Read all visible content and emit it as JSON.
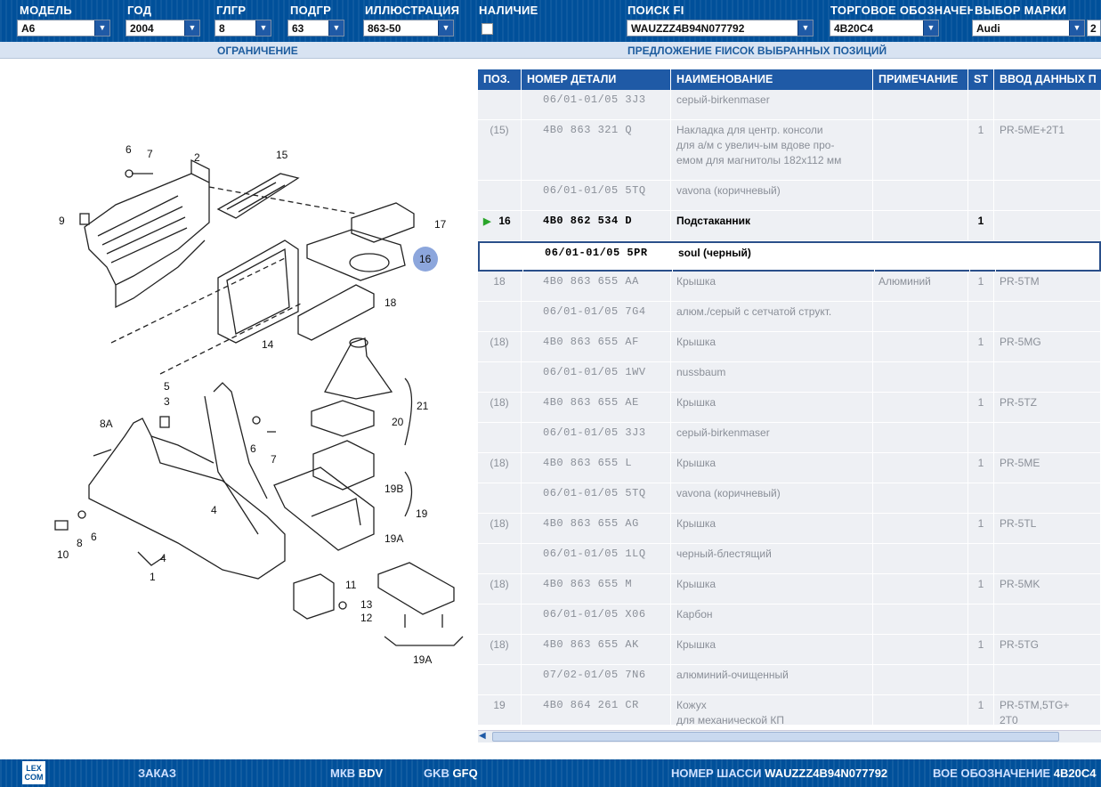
{
  "filters": {
    "model": {
      "label": "МОДЕЛЬ",
      "value": "A6"
    },
    "year": {
      "label": "ГОД",
      "value": "2004"
    },
    "group": {
      "label": "ГЛГР",
      "value": "8"
    },
    "subgroup": {
      "label": "ПОДГР",
      "value": "63"
    },
    "illustration": {
      "label": "ИЛЛЮСТРАЦИЯ",
      "value": "863-50"
    },
    "availability": {
      "label": "НАЛИЧИЕ"
    },
    "search": {
      "label": "ПОИСК FI",
      "value": "WAUZZZ4B94N077792"
    },
    "trade": {
      "label": "ТОРГОВОЕ ОБОЗНАЧЕНИ",
      "value": "4B20C4"
    },
    "brand": {
      "label": "ВЫБОР МАРКИ",
      "value": "Audi",
      "extra": "2"
    }
  },
  "subbar": {
    "left": "ОГРАНИЧЕНИЕ",
    "right": "ПРЕДЛОЖЕНИЕ FIИСОК ВЫБРАННЫХ ПОЗИЦИЙ"
  },
  "table": {
    "headers": [
      "ПОЗ.",
      "НОМЕР ДЕТАЛИ",
      "НАИМЕНОВАНИЕ",
      "ПРИМЕЧАНИЕ",
      "ST",
      "ВВОД ДАННЫХ П"
    ],
    "rows": [
      {
        "pos": "",
        "part": "06/01-01/05 3J3",
        "name": "серый-birkenmaser",
        "note": "",
        "st": "",
        "input": ""
      },
      {
        "pos": "(15)",
        "part": "4B0 863 321 Q",
        "name": "Накладка для центр. консоли",
        "name2": "для а/м с увелич-ым вдове про-",
        "name3": "емом для магнитолы 182x112 мм",
        "note": "",
        "st": "1",
        "input": "PR-5ME+2T1"
      },
      {
        "pos": "",
        "part": "06/01-01/05 5TQ",
        "name": "vavona (коричневый)",
        "note": "",
        "st": "",
        "input": ""
      },
      {
        "pos": "16",
        "part": "4B0 862 534 D",
        "name": "Подстаканник",
        "note": "",
        "st": "1",
        "input": ""
      },
      {
        "pos": "",
        "part": "06/01-01/05 5PR",
        "name": "soul (черный)",
        "note": "",
        "st": "",
        "input": ""
      },
      {
        "pos": "18",
        "part": "4B0 863 655 AA",
        "name": "Крышка",
        "note": "Алюминий",
        "st": "1",
        "input": "PR-5TM"
      },
      {
        "pos": "",
        "part": "06/01-01/05 7G4",
        "name": "алюм./серый с сетчатой структ.",
        "note": "",
        "st": "",
        "input": ""
      },
      {
        "pos": "(18)",
        "part": "4B0 863 655 AF",
        "name": "Крышка",
        "note": "",
        "st": "1",
        "input": "PR-5MG"
      },
      {
        "pos": "",
        "part": "06/01-01/05 1WV",
        "name": "nussbaum",
        "note": "",
        "st": "",
        "input": ""
      },
      {
        "pos": "(18)",
        "part": "4B0 863 655 AE",
        "name": "Крышка",
        "note": "",
        "st": "1",
        "input": "PR-5TZ"
      },
      {
        "pos": "",
        "part": "06/01-01/05 3J3",
        "name": "серый-birkenmaser",
        "note": "",
        "st": "",
        "input": ""
      },
      {
        "pos": "(18)",
        "part": "4B0 863 655 L",
        "name": "Крышка",
        "note": "",
        "st": "1",
        "input": "PR-5ME"
      },
      {
        "pos": "",
        "part": "06/01-01/05 5TQ",
        "name": "vavona (коричневый)",
        "note": "",
        "st": "",
        "input": ""
      },
      {
        "pos": "(18)",
        "part": "4B0 863 655 AG",
        "name": "Крышка",
        "note": "",
        "st": "1",
        "input": "PR-5TL"
      },
      {
        "pos": "",
        "part": "06/01-01/05 1LQ",
        "name": "черный-блестящий",
        "note": "",
        "st": "",
        "input": ""
      },
      {
        "pos": "(18)",
        "part": "4B0 863 655 M",
        "name": "Крышка",
        "note": "",
        "st": "1",
        "input": "PR-5MK"
      },
      {
        "pos": "",
        "part": "06/01-01/05 X06",
        "name": "Карбон",
        "note": "",
        "st": "",
        "input": ""
      },
      {
        "pos": "(18)",
        "part": "4B0 863 655 AK",
        "name": "Крышка",
        "note": "",
        "st": "1",
        "input": "PR-5TG"
      },
      {
        "pos": "",
        "part": "07/02-01/05 7N6",
        "name": "алюминий-очищенный",
        "note": "",
        "st": "",
        "input": ""
      },
      {
        "pos": "19",
        "part": "4B0 864 261 CR",
        "name": "Кожух",
        "name2": "для механической КП",
        "note": "",
        "st": "1",
        "input": "PR-5TM,5TG+",
        "input2": "2T0"
      }
    ]
  },
  "diagram_labels": [
    "6",
    "7",
    "2",
    "15",
    "9",
    "17",
    "16",
    "18",
    "14",
    "5",
    "3",
    "8A",
    "21",
    "20",
    "6",
    "7",
    "4",
    "19B",
    "19",
    "19A",
    "10",
    "8",
    "6",
    "1",
    "4",
    "11",
    "13",
    "12",
    "19A"
  ],
  "bottom": {
    "logo": "LEX COM",
    "order": "ЗАКАЗ",
    "mkb_label": "МКВ",
    "mkb_value": "BDV",
    "gkb_label": "GKB",
    "gkb_value": "GFQ",
    "chassis_label": "НОМЕР ШАССИ",
    "chassis_value": "WAUZZZ4B94N077792",
    "voe_label": "ВОЕ ОБОЗНАЧЕНИЕ",
    "voe_value": "4B20C4"
  }
}
